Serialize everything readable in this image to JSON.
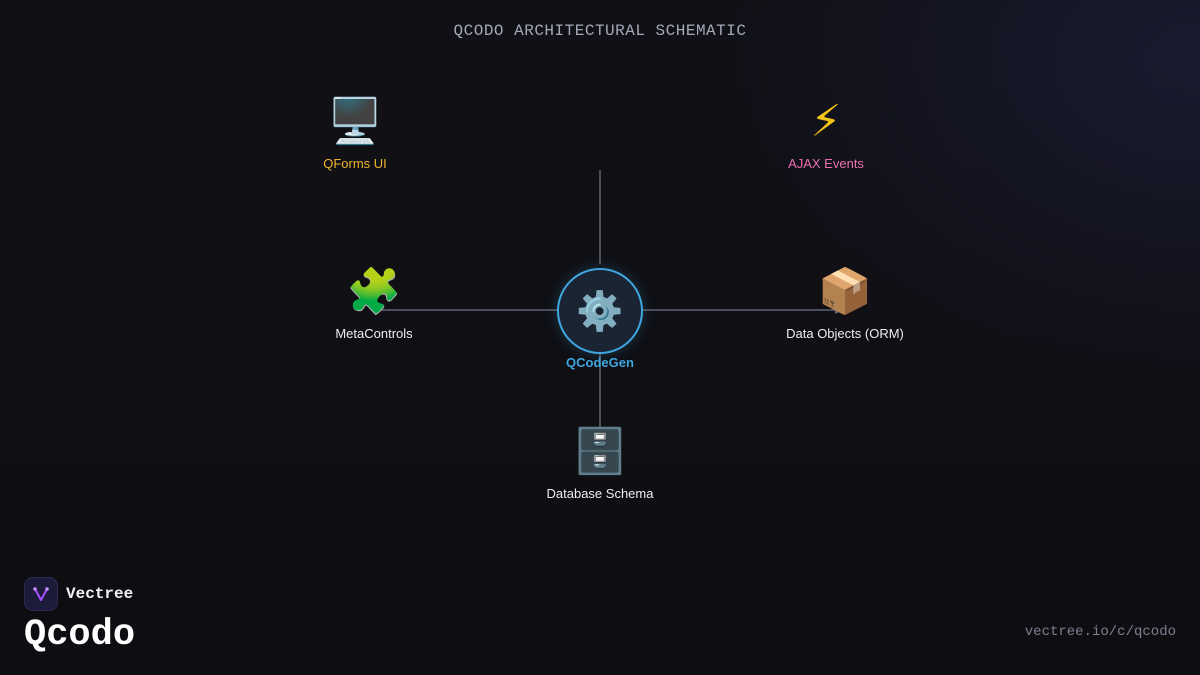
{
  "title": "QCODO ARCHITECTURAL SCHEMATIC",
  "colors": {
    "background": "#0f0f13",
    "connector": "#5c6474",
    "hub_border": "#3fa6df",
    "hub_label": "#3fa6df",
    "qforms_label": "#f0b429",
    "ajax_label": "#ec6fb2",
    "default_label": "#eeeeee",
    "logo_accent": "#a64dff"
  },
  "hub": {
    "label": "QCodeGen",
    "icon": "gear-icon",
    "glyph": "⚙️"
  },
  "nodes": {
    "qforms": {
      "label": "QForms UI",
      "icon": "monitor-icon",
      "glyph": "🖥️"
    },
    "ajax": {
      "label": "AJAX Events",
      "icon": "lightning-icon",
      "glyph": "⚡"
    },
    "metacontrols": {
      "label": "MetaControls",
      "icon": "puzzle-icon",
      "glyph": "🧩"
    },
    "orm": {
      "label": "Data Objects (ORM)",
      "icon": "package-icon",
      "glyph": "📦"
    },
    "database": {
      "label": "Database Schema",
      "icon": "file-cabinet-icon",
      "glyph": "🗄️"
    }
  },
  "brand": {
    "company": "Vectree",
    "product": "Qcodo",
    "logo_icon": "vectree-logo-icon",
    "url": "vectree.io/c/qcodo"
  }
}
